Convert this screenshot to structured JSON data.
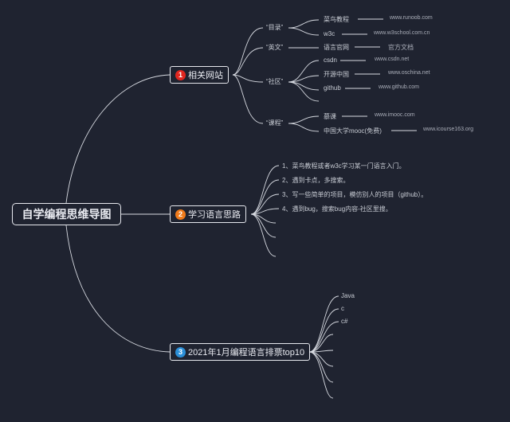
{
  "root": {
    "label": "自学编程思维导图"
  },
  "branches": [
    {
      "num": "1",
      "label": "相关网站",
      "color": "#e0261f"
    },
    {
      "num": "2",
      "label": "学习语言思路",
      "color": "#ef7a1a"
    },
    {
      "num": "3",
      "label": "2021年1月编程语言排票top10",
      "color": "#2b8fd8"
    }
  ],
  "sites": {
    "categories": [
      {
        "label": "“目录”",
        "items": [
          {
            "name": "菜鸟教程",
            "url": "www.runoob.com"
          },
          {
            "name": "w3c",
            "url": "www.w3school.com.cn"
          }
        ]
      },
      {
        "label": "“英文”",
        "items": [
          {
            "name": "语言官网",
            "url": "官方文档"
          }
        ]
      },
      {
        "label": "“社区”",
        "items": [
          {
            "name": "csdn",
            "url": "www.csdn.net"
          },
          {
            "name": "开源中国",
            "url": "www.oschina.net"
          },
          {
            "name": "github",
            "url": "www.github.com"
          }
        ]
      },
      {
        "label": "“课程”",
        "items": [
          {
            "name": "慕课",
            "url": "www.imooc.com"
          },
          {
            "name": "中国大学mooc(免费)",
            "url": "www.icourse163.org"
          }
        ]
      }
    ]
  },
  "steps": [
    "1、菜鸟教程或者w3c学习某一门语言入门。",
    "2、遇到卡点，多搜索。",
    "3、写一些简单的项目，模仿别人的项目（github）。",
    "4、遇到bug，搜索bug内容-社区里搜。"
  ],
  "languages": [
    "Java",
    "c",
    "c#"
  ]
}
